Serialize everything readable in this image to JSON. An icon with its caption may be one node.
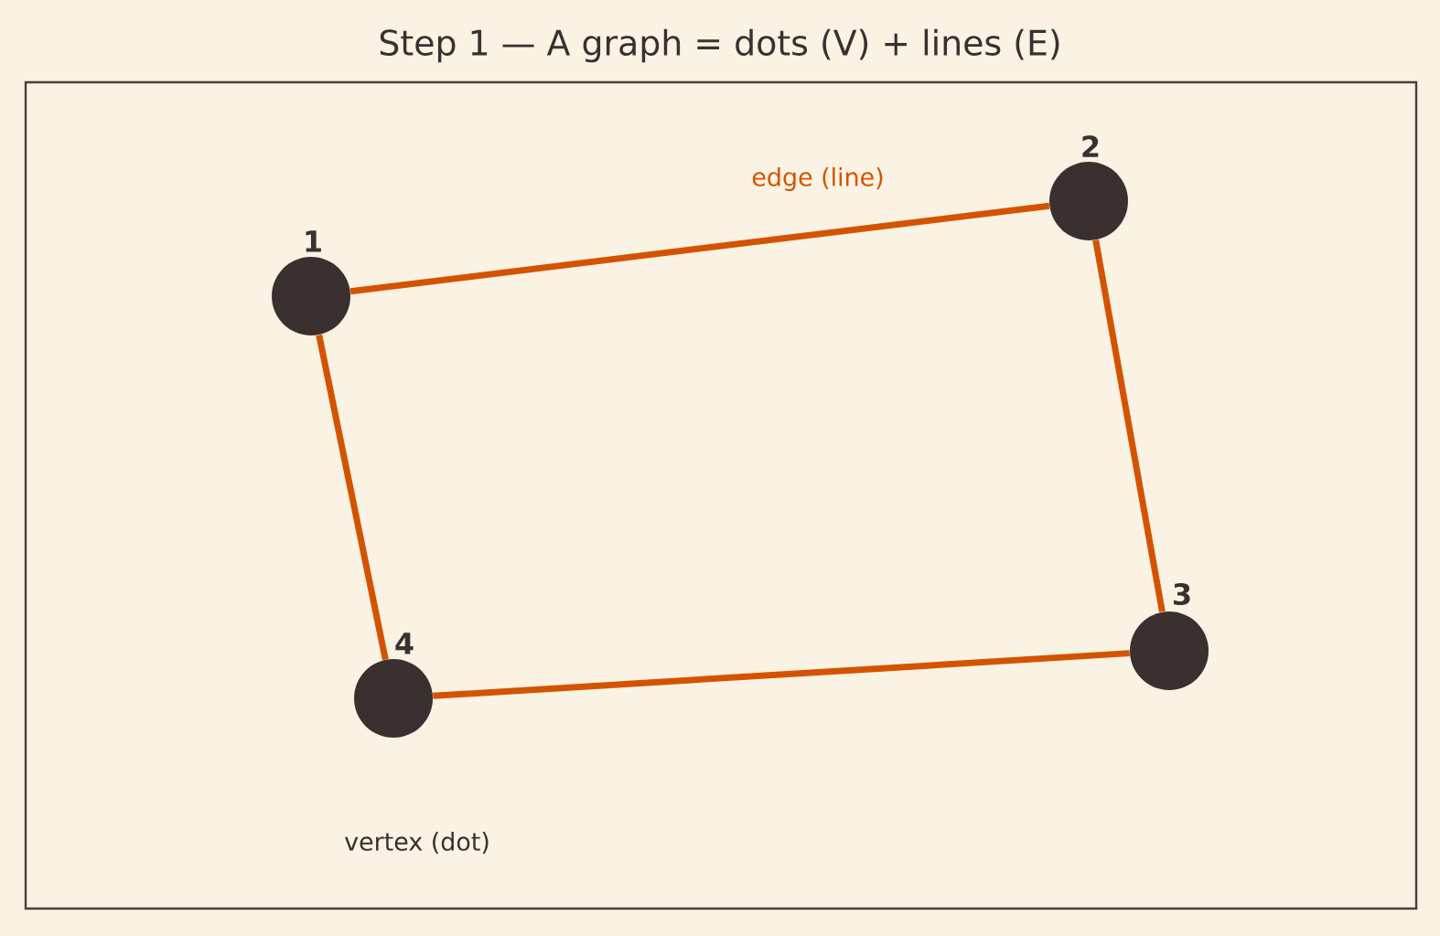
{
  "diagram": {
    "title": "Step 1 — A graph = dots (V) + lines (E)",
    "nodes": [
      {
        "text": [
          "1"
        ]
      },
      {
        "text": [
          "2"
        ]
      },
      {
        "text": [
          "3"
        ]
      },
      {
        "text": [
          "4"
        ]
      }
    ],
    "edges": [
      {
        "from": 0,
        "to": 1,
        "arrow": "none"
      },
      {
        "from": 1,
        "to": 2,
        "arrow": "none"
      },
      {
        "from": 2,
        "to": 3,
        "arrow": "none"
      },
      {
        "from": 3,
        "to": 0,
        "arrow": "none"
      }
    ],
    "labels": [
      "edge (line)",
      "vertex (dot)"
    ]
  }
}
